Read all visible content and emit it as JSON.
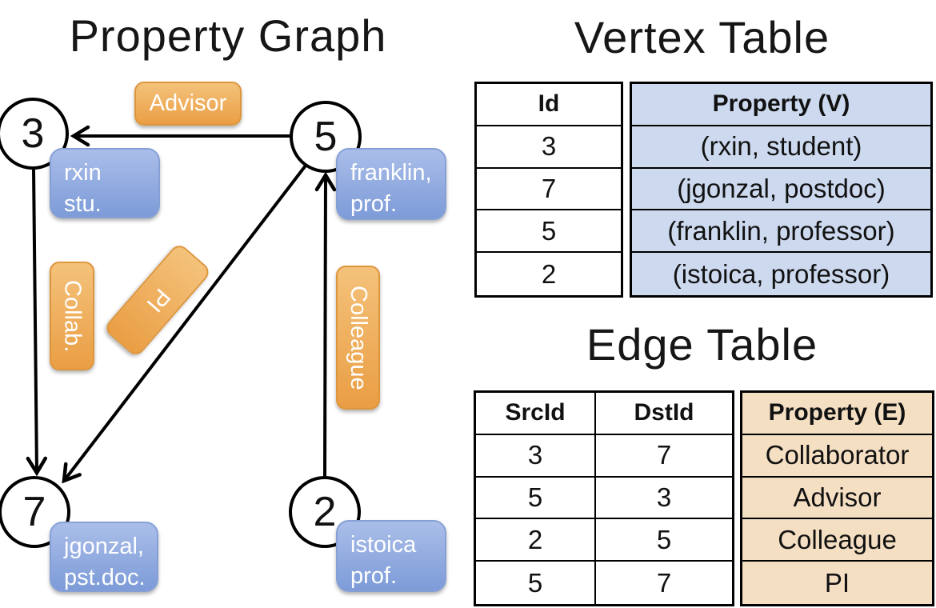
{
  "panel_graph": {
    "title": "Property Graph",
    "nodes": [
      {
        "id": "3",
        "label_line1": "rxin",
        "label_line2": "stu."
      },
      {
        "id": "5",
        "label_line1": "franklin,",
        "label_line2": "prof."
      },
      {
        "id": "7",
        "label_line1": "jgonzal,",
        "label_line2": "pst.doc."
      },
      {
        "id": "2",
        "label_line1": "istoica",
        "label_line2": "prof."
      }
    ],
    "edge_labels": {
      "advisor": "Advisor",
      "collab": "Collab.",
      "pi": "PI",
      "colleague": "Colleague"
    }
  },
  "vertex_table": {
    "title": "Vertex Table",
    "columns": [
      "Id",
      "Property (V)"
    ],
    "rows": [
      [
        "3",
        "(rxin, student)"
      ],
      [
        "7",
        "(jgonzal, postdoc)"
      ],
      [
        "5",
        "(franklin, professor)"
      ],
      [
        "2",
        "(istoica, professor)"
      ]
    ]
  },
  "edge_table": {
    "title": "Edge Table",
    "columns": [
      "SrcId",
      "DstId",
      "Property (E)"
    ],
    "rows": [
      [
        "3",
        "7",
        "Collaborator"
      ],
      [
        "5",
        "3",
        "Advisor"
      ],
      [
        "2",
        "5",
        "Colleague"
      ],
      [
        "5",
        "7",
        "PI"
      ]
    ]
  },
  "colors": {
    "vertex_property_fill": "#cdd9ef",
    "edge_property_fill": "#f5dfc3",
    "node_label_blue_top": "#aabee9",
    "node_label_blue_bottom": "#7d9bd8",
    "edge_label_orange_top": "#f4c27b",
    "edge_label_orange_bottom": "#ea9e44",
    "line_color": "#000000"
  }
}
